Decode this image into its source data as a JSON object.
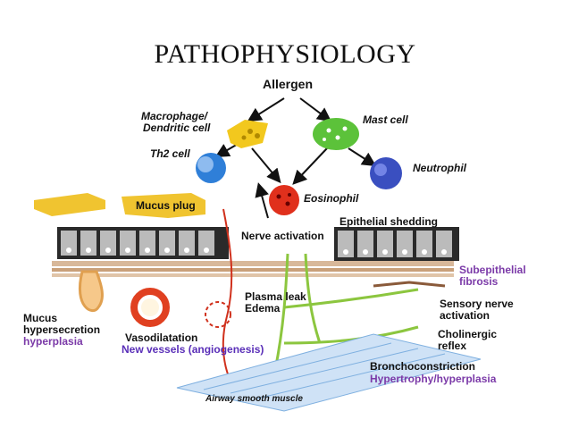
{
  "title": "PATHOPHYSIOLOGY",
  "labels": {
    "allergen": "Allergen",
    "macrophage": "Macrophage/",
    "dendritic": "Dendritic cell",
    "mast_cell": "Mast cell",
    "th2": "Th2 cell",
    "neutrophil": "Neutrophil",
    "eosinophil": "Eosinophil",
    "mucus_plug": "Mucus plug",
    "epithelial_shedding": "Epithelial shedding",
    "nerve_activation": "Nerve activation",
    "subepithelial_1": "Subepithelial",
    "subepithelial_2": "fibrosis",
    "plasma_leak": "Plasma leak",
    "edema": "Edema",
    "sensory_1": "Sensory nerve",
    "sensory_2": "activation",
    "mucus": "Mucus",
    "hypersecretion": "hypersecretion",
    "hyperplasia": "hyperplasia",
    "vasodilatation": "Vasodilatation",
    "new_vessels": "New vessels (angiogenesis)",
    "cholinergic_1": "Cholinergic",
    "cholinergic_2": "reflex",
    "bronchoconstriction": "Bronchoconstriction",
    "hypertrophy": "Hypertrophy/hyperplasia",
    "airway_smooth_muscle": "Airway smooth muscle"
  },
  "colors": {
    "macrophage": "#f2c81e",
    "mast_cell": "#5cc23a",
    "th2": "#2f7fd8",
    "neutrophil": "#3a4fc0",
    "eosinophil": "#e0301c",
    "mucus": "#f0c430",
    "smooth_muscle": "#7fb0e0",
    "nerve": "#8cc63f",
    "epithelium": "#333333",
    "vessel": "#e04020",
    "purple_text": "#7b3aa8"
  }
}
